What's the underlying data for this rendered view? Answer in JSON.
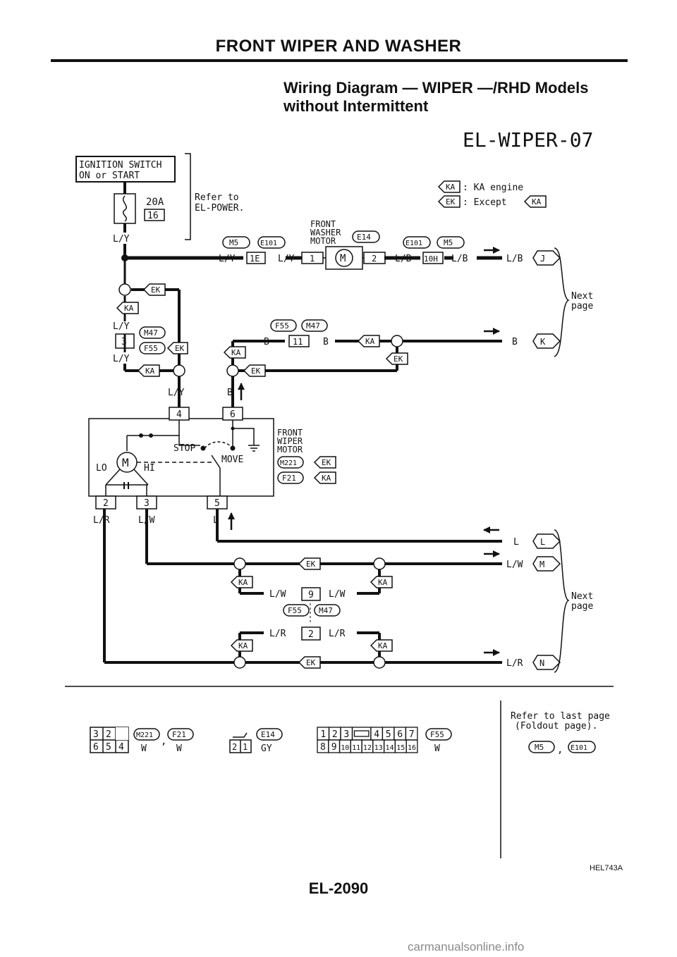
{
  "header": {
    "title": "FRONT WIPER AND WASHER"
  },
  "subtitle": {
    "line1": "Wiring Diagram — WIPER —/RHD Models",
    "line2": "without Intermittent"
  },
  "diagram": {
    "code": "EL-WIPER-07",
    "ignition_line1": "IGNITION SWITCH",
    "ignition_line2": "ON or START",
    "fuse_rating": "20A",
    "fuse_number": "16",
    "refer_line1": "Refer to",
    "refer_line2": "EL-POWER.",
    "legend_ka": "KA",
    "legend_ka_text": ": KA engine",
    "legend_ek": "EK",
    "legend_ek_text": ": Except",
    "washer_line1": "FRONT",
    "washer_line2": "WASHER",
    "washer_line3": "MOTOR",
    "wiper_line1": "FRONT",
    "wiper_line2": "WIPER",
    "wiper_line3": "MOTOR",
    "motor_symbol": "M",
    "stop_label": "STOP",
    "move_label": "MOVE",
    "lo_label": "LO",
    "hi_label": "HI",
    "next_page_line1": "Next",
    "next_page_line2": "page",
    "conn_m5": "M5",
    "conn_e101": "E101",
    "conn_e14": "E14",
    "conn_f55": "F55",
    "conn_m47": "M47",
    "conn_m221": "M221",
    "conn_f21": "F21",
    "tag_ka": "KA",
    "tag_ek": "EK",
    "wire_ly": "L/Y",
    "wire_lb": "L/B",
    "wire_b": "B",
    "wire_l": "L",
    "wire_lw": "L/W",
    "wire_lr": "L/R",
    "term_1e": "1E",
    "term_10h": "10H",
    "term_1": "1",
    "term_2": "2",
    "term_3": "3",
    "term_4": "4",
    "term_5": "5",
    "term_6": "6",
    "term_9": "9",
    "term_11": "11",
    "off_j": "J",
    "off_k": "K",
    "off_l": "L",
    "off_m": "M",
    "off_n": "N",
    "refer_last_line1": "Refer to last page",
    "refer_last_line2": "(Foldout page).",
    "comma": ",",
    "color_w": "W",
    "color_gy": "GY",
    "grid_c1_top": "3",
    "grid_c2_top": "2",
    "grid_c1_bot": "6",
    "grid_c2_bot": "5",
    "grid_c3_bot": "4",
    "e14_pin_a": "2",
    "e14_pin_b": "1",
    "f55_top": [
      "1",
      "2",
      "3",
      "",
      "4",
      "5",
      "6",
      "7"
    ],
    "f55_bot": [
      "8",
      "9",
      "10",
      "11",
      "12",
      "13",
      "14",
      "15",
      "16"
    ]
  },
  "footer": {
    "figure_code": "HEL743A",
    "page_number": "EL-2090"
  },
  "watermark": {
    "text": "carmanualsonline.info"
  }
}
